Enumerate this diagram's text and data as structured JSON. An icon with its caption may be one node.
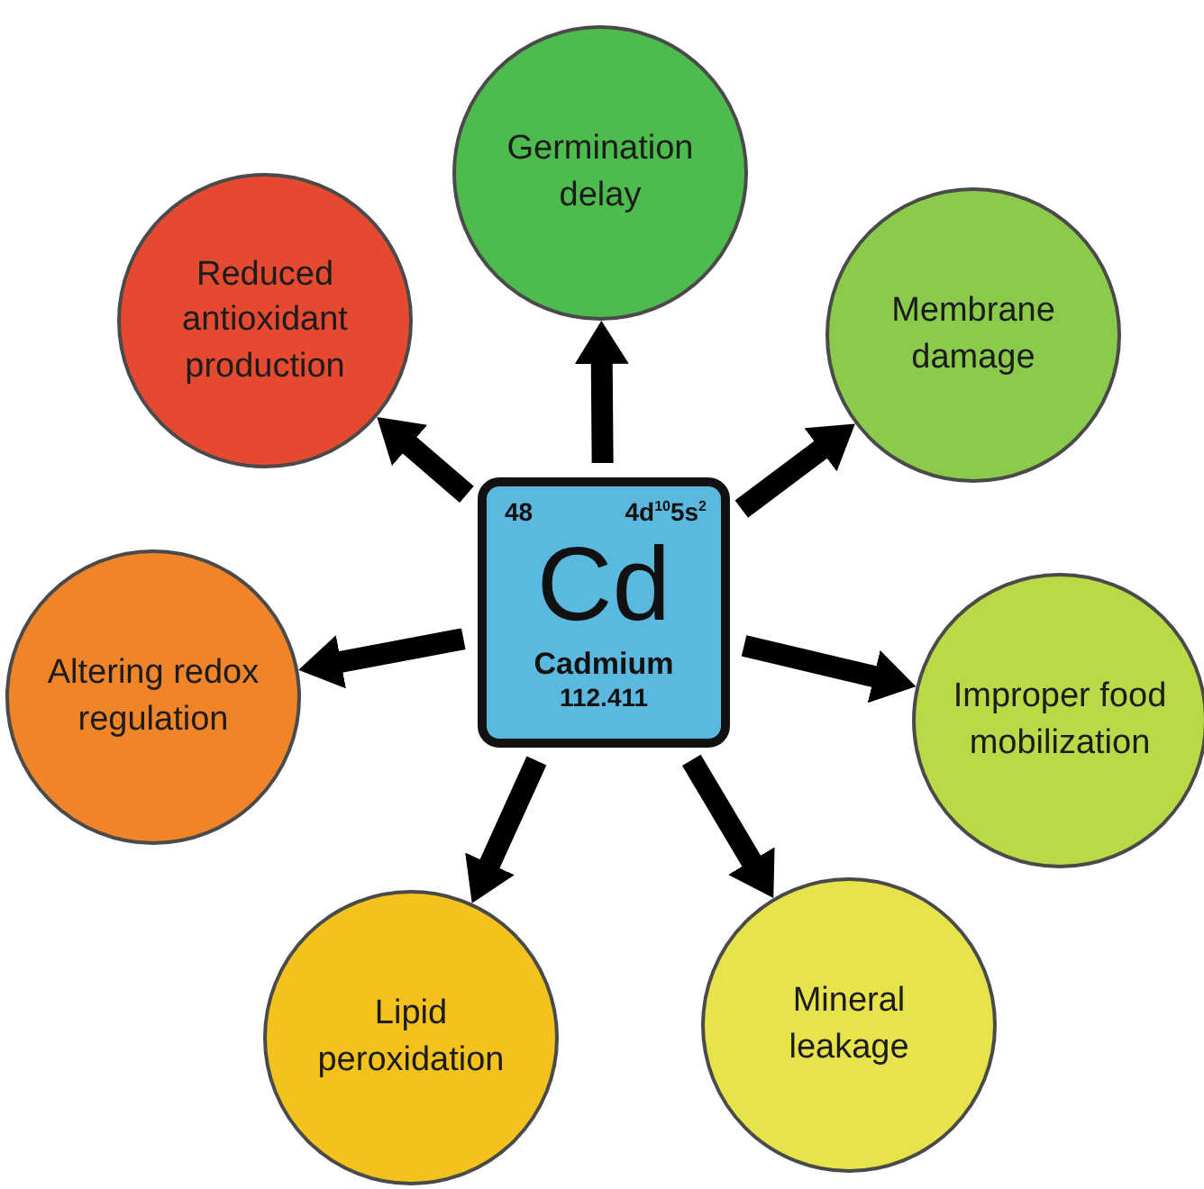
{
  "diagram": {
    "nodes": [
      {
        "text": [
          "48",
          "4d$^{10}$5s$^{2}$",
          "Cd",
          "Cadmium",
          "112.411"
        ]
      },
      {
        "text": [
          "Germination delay"
        ]
      },
      {
        "text": [
          "Reduced antioxidant production"
        ]
      },
      {
        "text": [
          "Membrane damage"
        ]
      },
      {
        "text": [
          "Altering redox regulation"
        ]
      },
      {
        "text": [
          "Improper food mobilization"
        ]
      },
      {
        "text": [
          "Lipid peroxidation"
        ]
      },
      {
        "text": [
          "Mineral leakage"
        ]
      }
    ],
    "edges": [
      {
        "from": 0,
        "to": 1,
        "arrow": "to"
      },
      {
        "from": 0,
        "to": 2,
        "arrow": "to"
      },
      {
        "from": 0,
        "to": 3,
        "arrow": "to"
      },
      {
        "from": 0,
        "to": 4,
        "arrow": "to"
      },
      {
        "from": 0,
        "to": 5,
        "arrow": "to"
      },
      {
        "from": 0,
        "to": 6,
        "arrow": "to"
      },
      {
        "from": 0,
        "to": 7,
        "arrow": "to"
      }
    ]
  }
}
